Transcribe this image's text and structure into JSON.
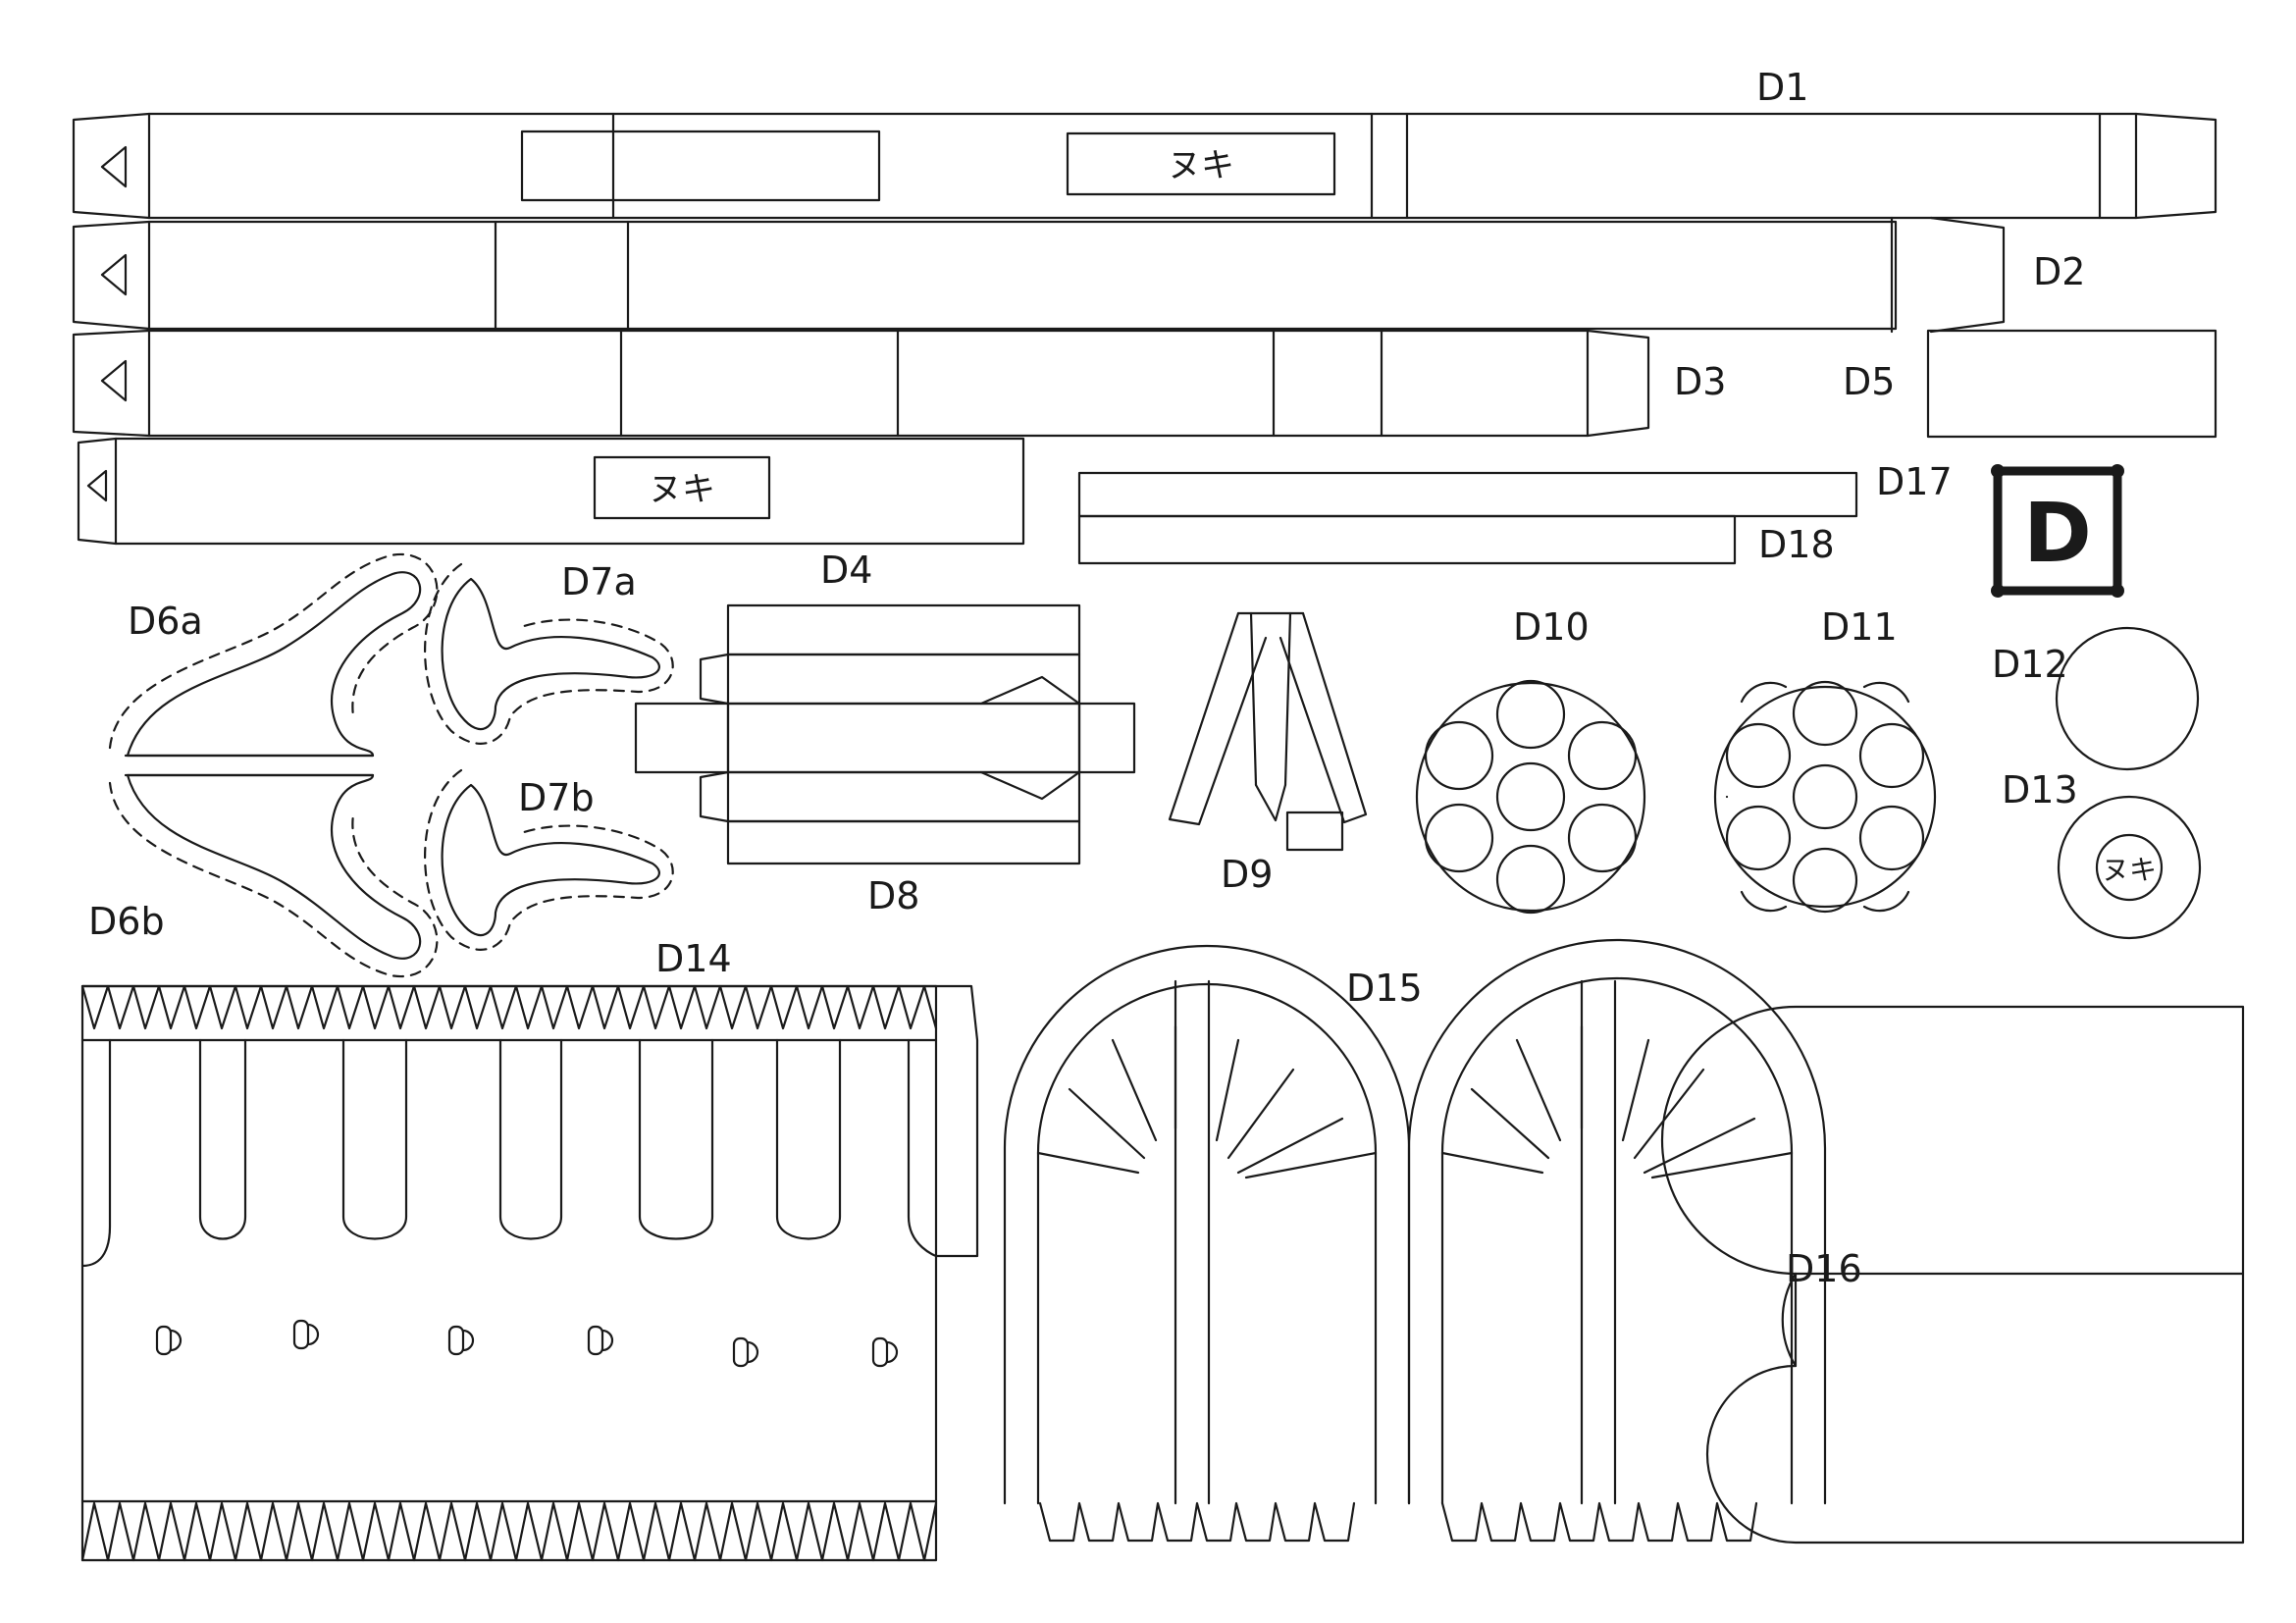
{
  "sheet_mark": "D",
  "labels": {
    "d1": "D1",
    "d2": "D2",
    "d3": "D3",
    "d4": "D4",
    "d5": "D5",
    "d6a": "D6a",
    "d6b": "D6b",
    "d7a": "D7a",
    "d7b": "D7b",
    "d8": "D8",
    "d9": "D9",
    "d10": "D10",
    "d11": "D11",
    "d12": "D12",
    "d13": "D13",
    "d14": "D14",
    "d15": "D15",
    "d16": "D16",
    "d17": "D17",
    "d18": "D18"
  },
  "cutout_text": "ヌキ"
}
